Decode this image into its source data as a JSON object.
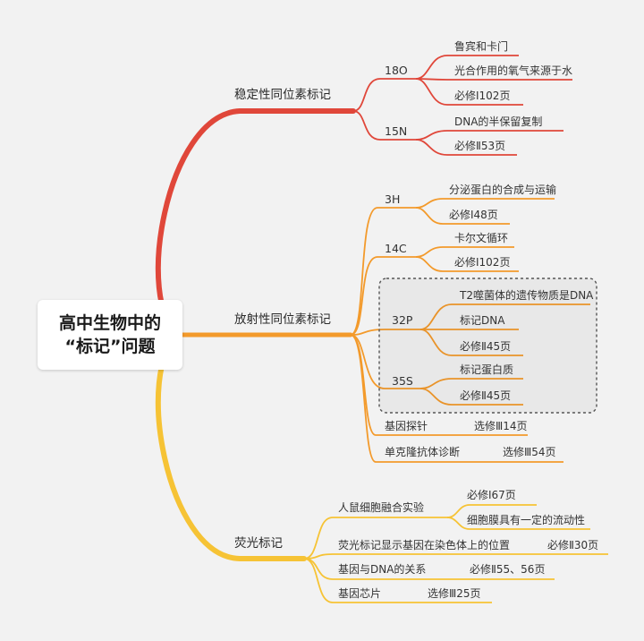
{
  "root": {
    "line1": "高中生物中的",
    "line2": "“标记”问题"
  },
  "colors": {
    "red": "#e0473a",
    "orange": "#f39a2b",
    "yellow": "#f6c335",
    "background": "#f2f2f2",
    "dashed": "#555555"
  },
  "branches": {
    "stable": {
      "label": "稳定性同位素标记",
      "o18": {
        "label": "18O",
        "items": [
          "鲁宾和卡门",
          "光合作用的氧气来源于水",
          "必修Ⅰ102页"
        ]
      },
      "n15": {
        "label": "15N",
        "items": [
          "DNA的半保留复制",
          "必修Ⅱ53页"
        ]
      }
    },
    "radio": {
      "label": "放射性同位素标记",
      "h3": {
        "label": "3H",
        "items": [
          "分泌蛋白的合成与运输",
          "必修Ⅰ48页"
        ]
      },
      "c14": {
        "label": "14C",
        "items": [
          "卡尔文循环",
          "必修Ⅰ102页"
        ]
      },
      "p32": {
        "label": "32P",
        "items": [
          "T2噬菌体的遗传物质是DNA",
          "标记DNA",
          "必修Ⅱ45页"
        ]
      },
      "s35": {
        "label": "35S",
        "items": [
          "标记蛋白质",
          "必修Ⅱ45页"
        ]
      },
      "probe": {
        "label": "基因探针",
        "item": "选修Ⅲ14页"
      },
      "antibody": {
        "label": "单克隆抗体诊断",
        "item": "选修Ⅲ54页"
      }
    },
    "fluor": {
      "label": "荧光标记",
      "fusion": {
        "label": "人鼠细胞融合实验",
        "items": [
          "必修Ⅰ67页",
          "细胞膜具有一定的流动性"
        ]
      },
      "chromo": {
        "label": "荧光标记显示基因在染色体上的位置",
        "item": "必修Ⅱ30页"
      },
      "genedna": {
        "label": "基因与DNA的关系",
        "item": "必修Ⅱ55、56页"
      },
      "chip": {
        "label": "基因芯片",
        "item": "选修Ⅲ25页"
      }
    }
  }
}
